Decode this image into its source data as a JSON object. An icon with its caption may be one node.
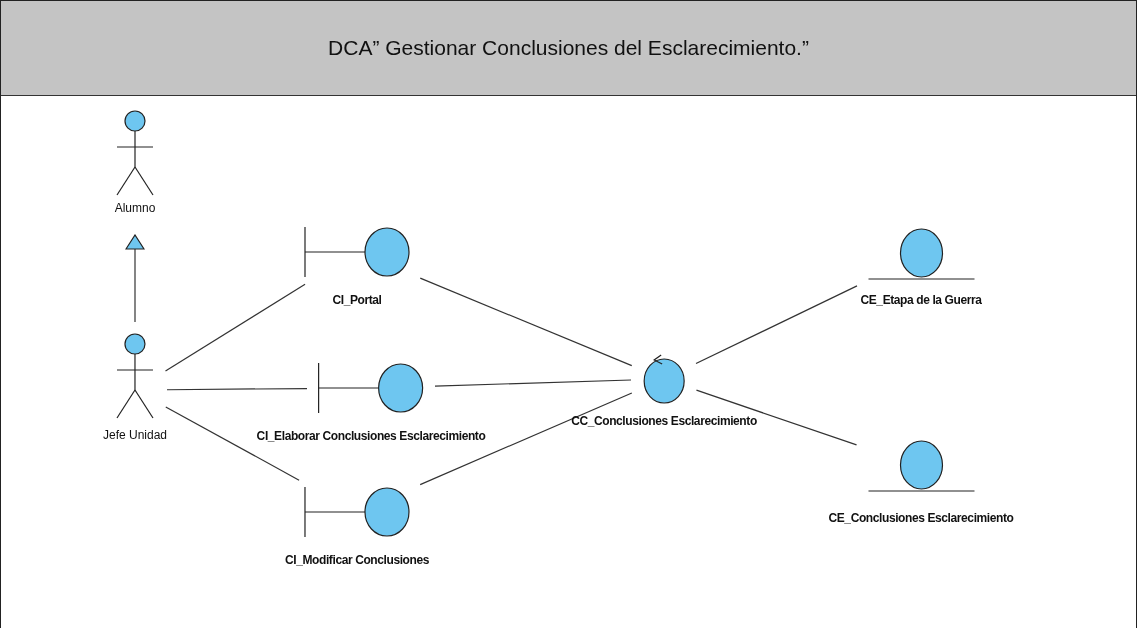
{
  "diagram": {
    "title": "DCA” Gestionar Conclusiones del Esclarecimiento.”",
    "nodes": [
      {
        "text": [
          "Alumno"
        ]
      },
      {
        "text": [
          "Jefe Unidad"
        ]
      },
      {
        "text": [
          "CI_Portal"
        ]
      },
      {
        "text": [
          "CI_Elaborar Conclusiones Esclarecimiento"
        ]
      },
      {
        "text": [
          "CI_Modificar Conclusiones"
        ]
      },
      {
        "text": [
          "CC_Conclusiones Esclarecimiento"
        ]
      },
      {
        "text": [
          "CE_Etapa de la Guerra"
        ]
      },
      {
        "text": [
          "CE_Conclusiones Esclarecimiento"
        ]
      }
    ],
    "edges": [
      {
        "from": 1,
        "to": 0,
        "arrow": "to"
      },
      {
        "from": 1,
        "to": 2,
        "arrow": "none"
      },
      {
        "from": 1,
        "to": 3,
        "arrow": "none"
      },
      {
        "from": 1,
        "to": 4,
        "arrow": "none"
      },
      {
        "from": 2,
        "to": 5,
        "arrow": "none"
      },
      {
        "from": 3,
        "to": 5,
        "arrow": "none"
      },
      {
        "from": 4,
        "to": 5,
        "arrow": "none"
      },
      {
        "from": 5,
        "to": 6,
        "arrow": "none"
      },
      {
        "from": 5,
        "to": 7,
        "arrow": "none"
      }
    ]
  }
}
